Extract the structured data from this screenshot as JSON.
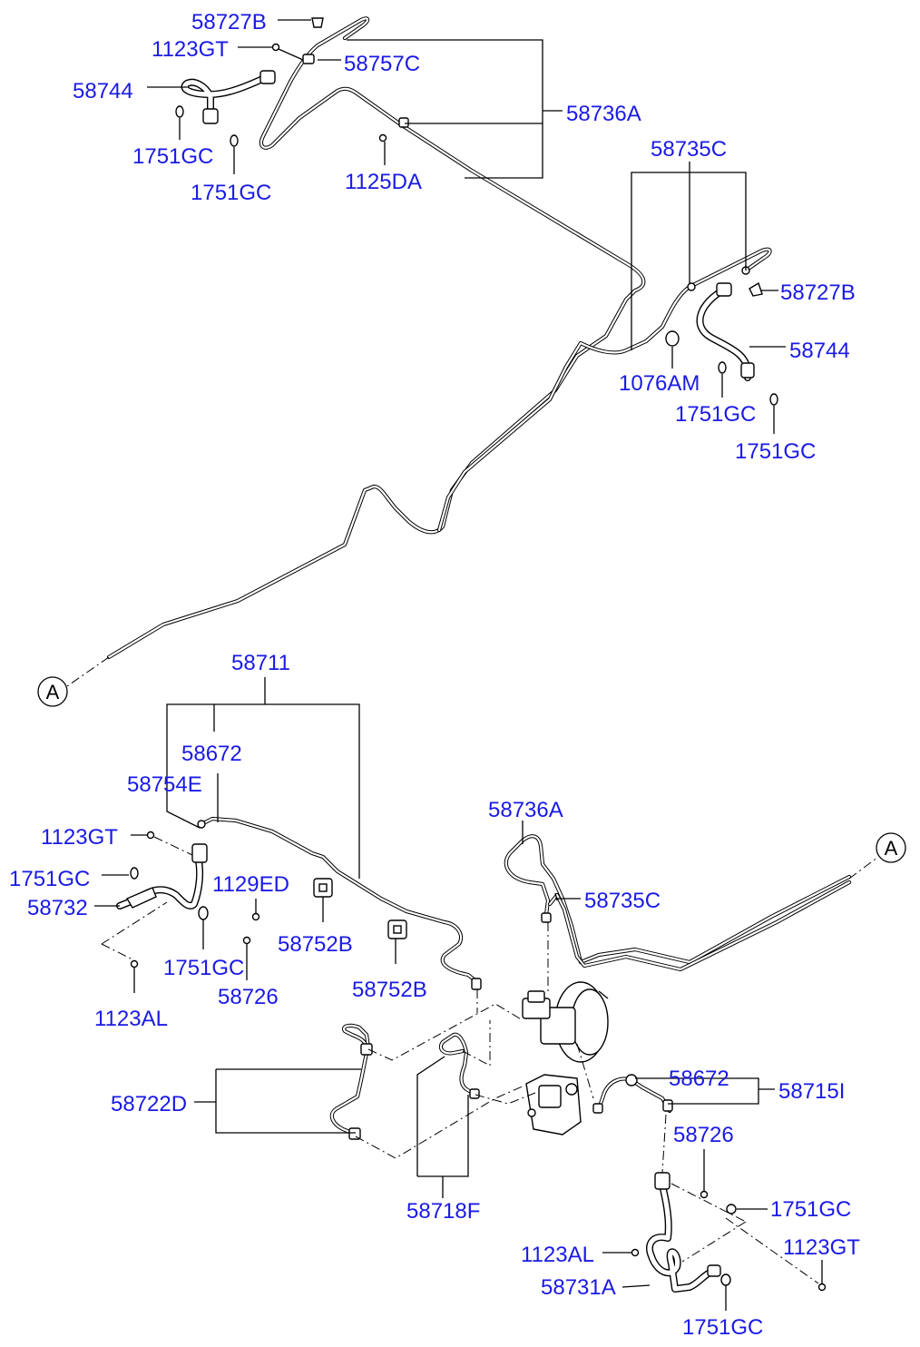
{
  "diagram": {
    "ref_marker": "A",
    "labels": {
      "l58727B_top": "58727B",
      "l1123GT_top": "1123GT",
      "l58757C": "58757C",
      "l58744_top": "58744",
      "l58736A_top": "58736A",
      "l1751GC_t1": "1751GC",
      "l1751GC_t2": "1751GC",
      "l1125DA": "1125DA",
      "l58735C_top": "58735C",
      "l58727B_right": "58727B",
      "l58744_right": "58744",
      "l1076AM": "1076AM",
      "l1751GC_r1": "1751GC",
      "l1751GC_r2": "1751GC",
      "l58711": "58711",
      "l58672_left": "58672",
      "l58754E": "58754E",
      "l1123GT_left": "1123GT",
      "l1751GC_left": "1751GC",
      "l1129ED": "1129ED",
      "l58732": "58732",
      "l58752B_1": "58752B",
      "l1751GC_left2": "1751GC",
      "l58726_left": "58726",
      "l58752B_2": "58752B",
      "l1123AL_left": "1123AL",
      "l58736A_mid": "58736A",
      "l58735C_mid": "58735C",
      "l58672_right": "58672",
      "l58715I": "58715I",
      "l58722D": "58722D",
      "l58726_right": "58726",
      "l1751GC_br1": "1751GC",
      "l58718F": "58718F",
      "l1123GT_right": "1123GT",
      "l1123AL_right": "1123AL",
      "l58731A": "58731A",
      "l1751GC_br2": "1751GC"
    }
  }
}
